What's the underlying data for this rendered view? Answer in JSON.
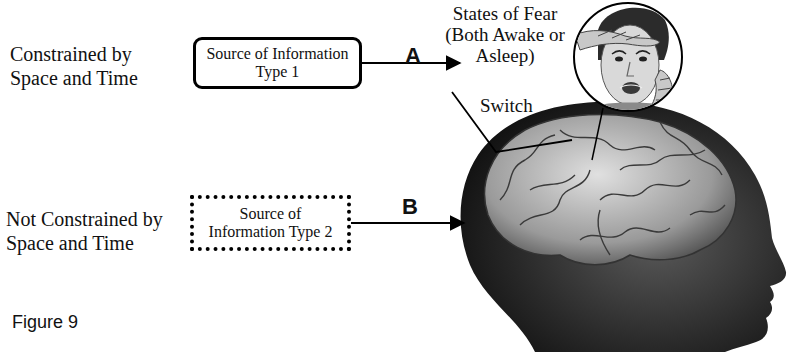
{
  "diagram": {
    "caption": "Figure 9",
    "nodes": [
      {
        "text": [
          "Source of Information Type 1"
        ]
      },
      {
        "text": [
          "Source of Information Type 2"
        ]
      }
    ],
    "labels": [
      "States of Fear (Both Awake or Asleep)",
      "Constrained by Space and Time",
      "A",
      "Switch",
      "Not Constrained by Space and Time",
      "B"
    ]
  }
}
